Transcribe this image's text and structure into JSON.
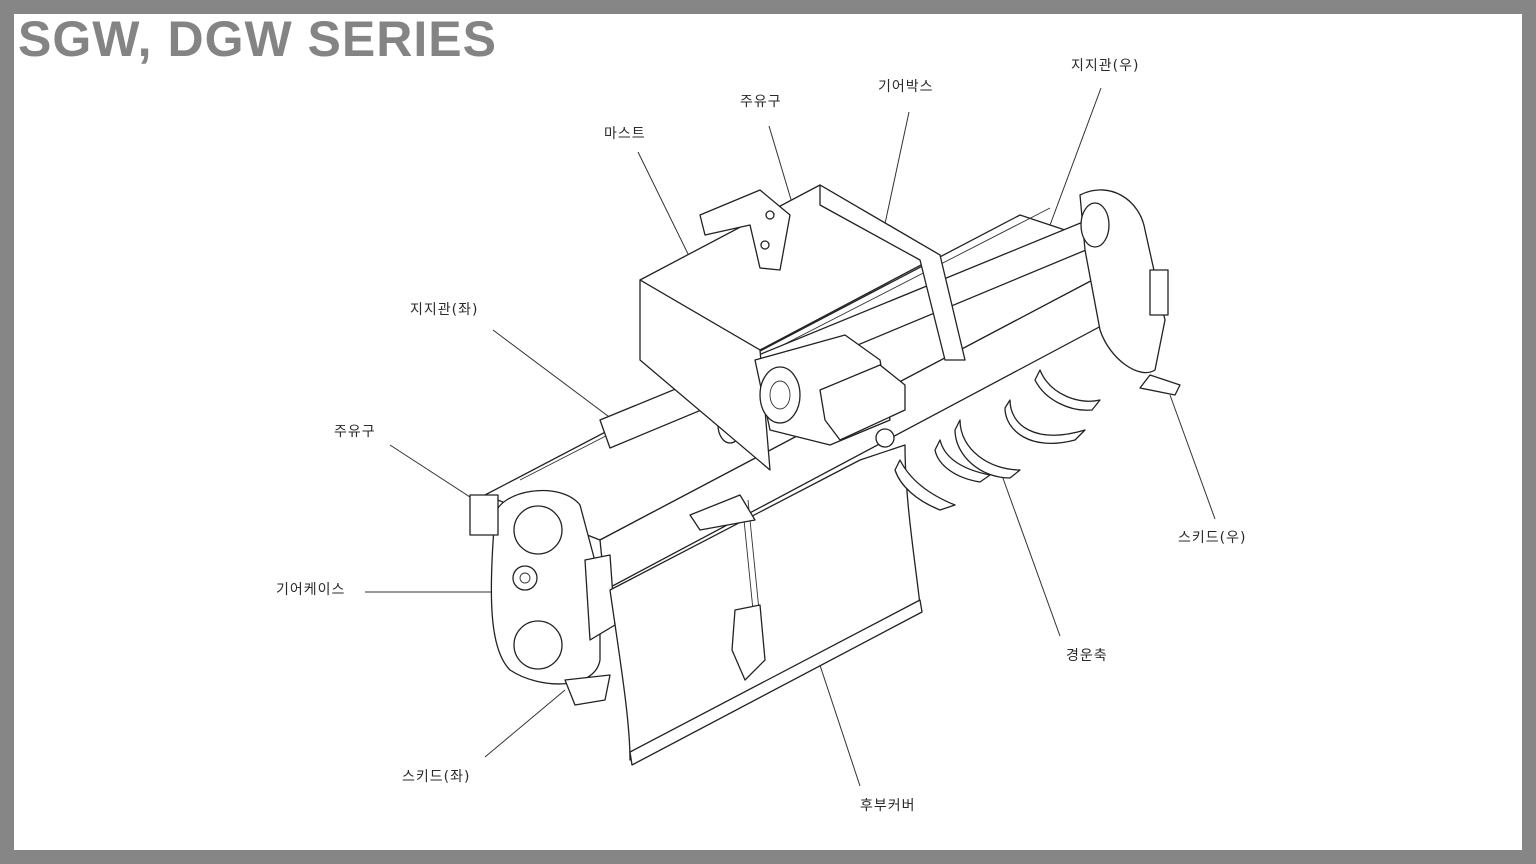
{
  "title": "SGW, DGW SERIES",
  "labels": {
    "mast": "마스트",
    "oil_inlet_top": "주유구",
    "gearbox": "기어박스",
    "support_tube_right": "지지관(우)",
    "support_tube_left": "지지관(좌)",
    "oil_inlet_left": "주유구",
    "gear_case": "기어케이스",
    "skid_left": "스키드(좌)",
    "rear_cover": "후부커버",
    "tilling_shaft": "경운축",
    "skid_right": "스키드(우)"
  }
}
